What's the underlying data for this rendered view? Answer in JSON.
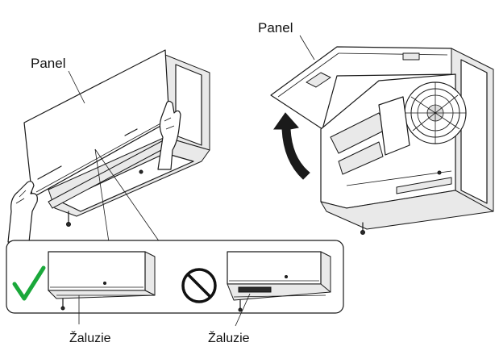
{
  "labels": {
    "panel_left": "Panel",
    "panel_right": "Panel",
    "louver_correct": "Žaluzie",
    "louver_wrong": "Žaluzie"
  },
  "colors": {
    "check_mark": "#1aa83a",
    "outline": "#1a1a1a",
    "shading": "#e9e9e9"
  },
  "icons": {
    "correct": "check-mark-icon",
    "wrong": "prohibited-icon",
    "direction": "curved-arrow-up-icon"
  }
}
